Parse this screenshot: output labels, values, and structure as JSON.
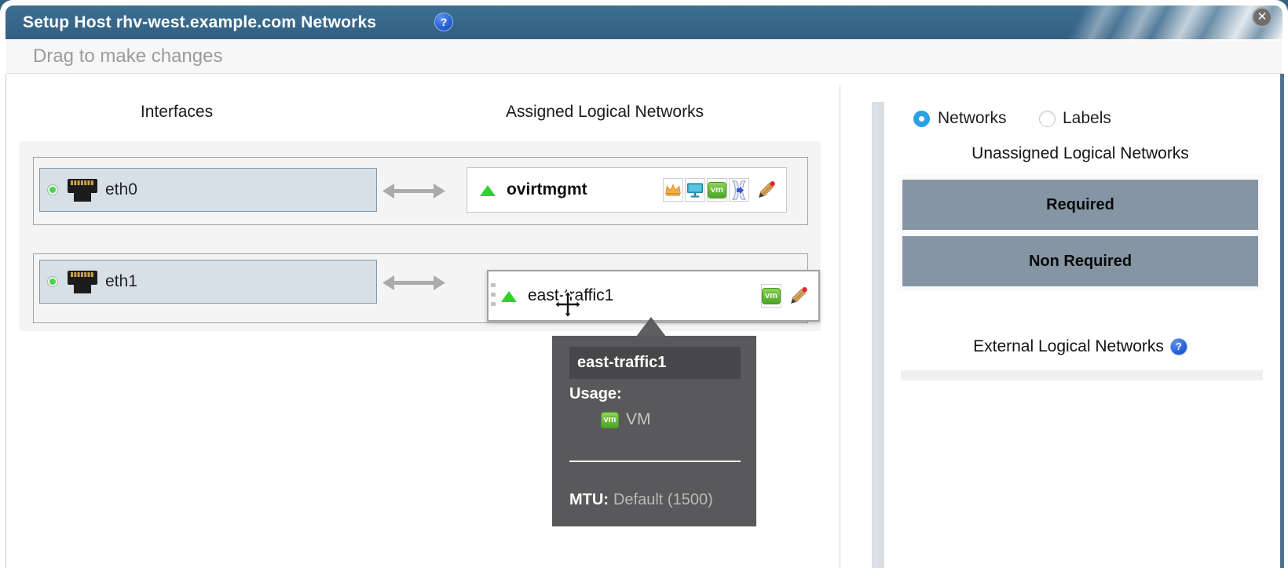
{
  "titlebar": {
    "title": "Setup Host rhv-west.example.com Networks",
    "help_icon": "?",
    "close_icon": "✕"
  },
  "toolbar": {
    "hint": "Drag to make changes"
  },
  "columns": {
    "interfaces": "Interfaces",
    "assigned": "Assigned Logical Networks"
  },
  "badges": {
    "vm": "vm"
  },
  "interfaces": [
    {
      "name": "eth0",
      "status": "up",
      "assigned_network": {
        "name": "ovirtmgmt",
        "roles": [
          "management",
          "display",
          "vm",
          "migration"
        ],
        "dragging": false
      }
    },
    {
      "name": "eth1",
      "status": "up",
      "assigned_network": {
        "name": "east-traffic1",
        "roles": [
          "vm"
        ],
        "dragging": true
      }
    }
  ],
  "tooltip": {
    "title": "east-traffic1",
    "usage_label": "Usage:",
    "usage": [
      {
        "icon": "vm-network-icon",
        "label": "VM"
      }
    ],
    "mtu_label": "MTU:",
    "mtu_value": "Default (1500)"
  },
  "side_panel": {
    "radios": [
      {
        "label": "Networks",
        "selected": true
      },
      {
        "label": "Labels",
        "selected": false
      }
    ],
    "unassigned_header": "Unassigned Logical Networks",
    "groups": [
      {
        "label": "Required"
      },
      {
        "label": "Non Required"
      }
    ],
    "external_header": "External Logical Networks",
    "external_help_icon": "?"
  },
  "icons": {
    "help": "blue circle question mark",
    "close": "gray circle x",
    "nic": "black rj45 ethernet port",
    "status_up": "green dot",
    "link": "gray double headed arrow",
    "network_up": "green triangle",
    "management_network": "orange crown",
    "display_network": "teal monitor",
    "vm_network": "green vm badge",
    "migration_network": "blue transfer arrow",
    "edit": "pencil with red eraser",
    "move_cursor": "four way move arrows"
  },
  "colors": {
    "titlebar": "#38678a",
    "radio_selected": "#2aa0e8",
    "group_bar": "#8595a4",
    "tooltip_bg": "#59595b",
    "network_up_green": "#2fd330",
    "vm_badge_green": "#5cb332",
    "interface_chip": "#d7e0e6"
  }
}
